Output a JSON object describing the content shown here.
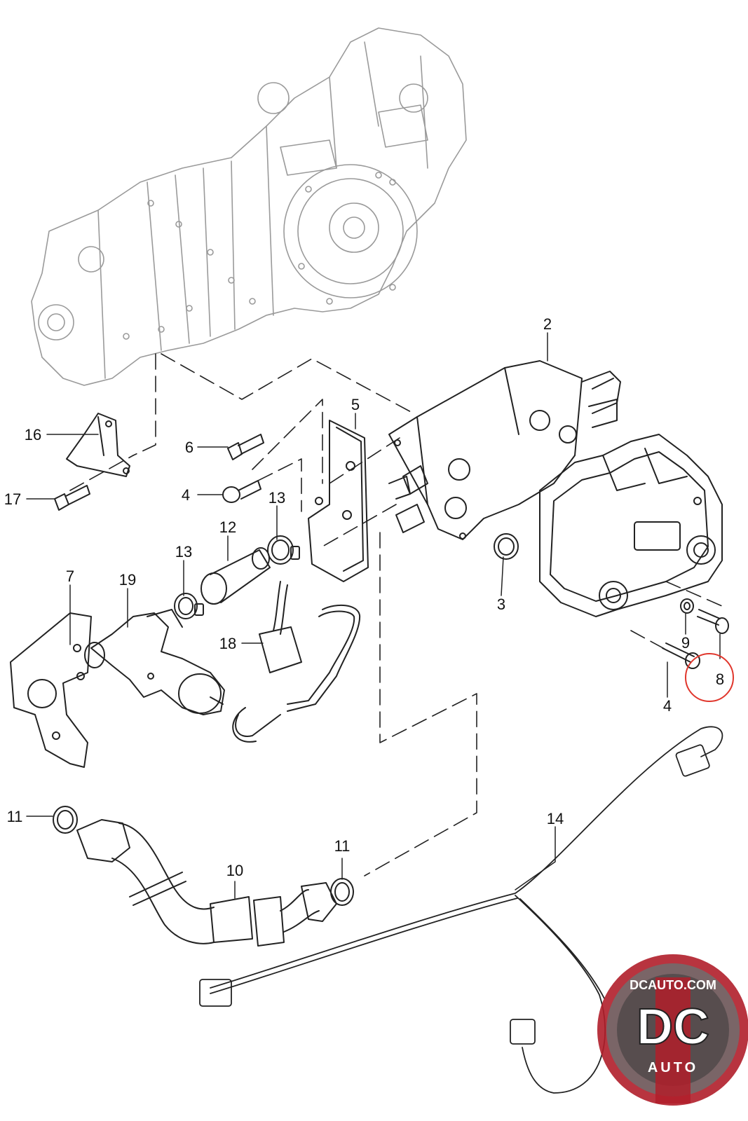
{
  "diagram": {
    "callouts": [
      {
        "id": "2",
        "text": "2"
      },
      {
        "id": "5",
        "text": "5"
      },
      {
        "id": "16",
        "text": "16"
      },
      {
        "id": "6",
        "text": "6"
      },
      {
        "id": "4a",
        "text": "4"
      },
      {
        "id": "17",
        "text": "17"
      },
      {
        "id": "13a",
        "text": "13"
      },
      {
        "id": "12",
        "text": "12"
      },
      {
        "id": "13b",
        "text": "13"
      },
      {
        "id": "7",
        "text": "7"
      },
      {
        "id": "19",
        "text": "19"
      },
      {
        "id": "18",
        "text": "18"
      },
      {
        "id": "3",
        "text": "3"
      },
      {
        "id": "9",
        "text": "9"
      },
      {
        "id": "8",
        "text": "8"
      },
      {
        "id": "4b",
        "text": "4"
      },
      {
        "id": "11a",
        "text": "11"
      },
      {
        "id": "11b",
        "text": "11"
      },
      {
        "id": "10",
        "text": "10"
      },
      {
        "id": "14",
        "text": "14"
      }
    ],
    "highlight": {
      "target": "8",
      "color": "#e0362c"
    }
  },
  "watermark": {
    "domain": "DCAUTO.COM",
    "initials": "DC",
    "sub": "AUTO",
    "colors": {
      "ring": "#b01e2a",
      "band": "#8a8a8a",
      "inner": "#3a3a3a"
    }
  }
}
